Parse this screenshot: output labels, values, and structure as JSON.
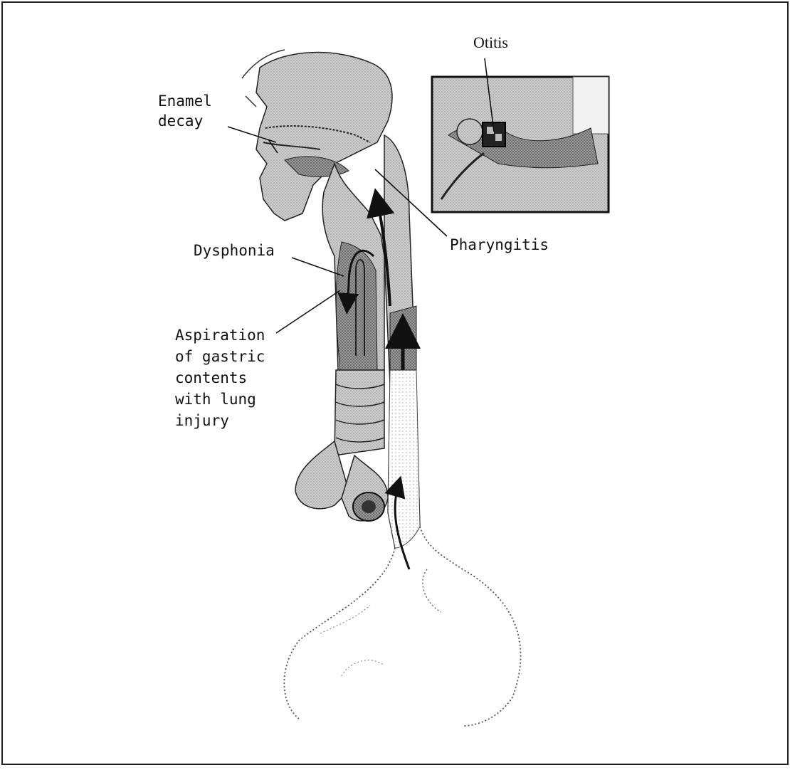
{
  "labels": {
    "otitis": "Otitis",
    "enamel_decay": "Enamel\ndecay",
    "pharyngitis": "Pharyngitis",
    "dysphonia": "Dysphonia",
    "aspiration": "Aspiration\nof gastric\ncontents\nwith lung\ninjury"
  },
  "colors": {
    "line": "#111111",
    "tissue": "#c8c8c8",
    "tissue_dark": "#8a8a8a",
    "inset_bg": "#d9d9d9",
    "background": "#ffffff"
  }
}
